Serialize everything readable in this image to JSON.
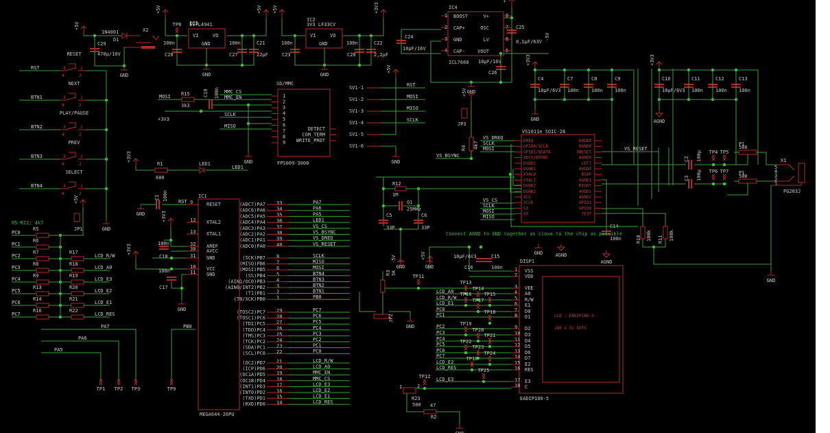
{
  "colors": {
    "background": "#000000",
    "wire": "#3ca03c",
    "part": "#b02c2c",
    "text": "#c8c8c8",
    "note": "#3cb43c",
    "junction": "#3cc83c"
  },
  "power": {
    "diode": {
      "name": "D1",
      "value": "1N4001"
    },
    "jack": {
      "name": "X2"
    },
    "c29": {
      "name": "C29",
      "value": "470µ/16V"
    },
    "ic3": {
      "name": "IC3",
      "value": "5V L4941",
      "pins": [
        "VI",
        "VO",
        "GND"
      ]
    },
    "ic2": {
      "name": "IC2",
      "value": "3V3 LF33CV",
      "pins": [
        "VI",
        "VO",
        "GND"
      ]
    },
    "tp8": "TP8",
    "caps": [
      {
        "name": "C20",
        "value": "100n"
      },
      {
        "name": "C27",
        "value": "100n"
      },
      {
        "name": "C21",
        "value": "22µF"
      },
      {
        "name": "C23",
        "value": "100n"
      },
      {
        "name": "C28",
        "value": "100n"
      },
      {
        "name": "C22",
        "value": "2,2µF"
      }
    ],
    "ic4": {
      "name": "IC4",
      "value": "ICL7660",
      "pins_left": [
        "BOOST",
        "CAP+",
        "GND",
        "CAP-"
      ],
      "pins_right": [
        "V+",
        "OSC",
        "LV",
        "VOUT"
      ],
      "nums_left": [
        "1",
        "2",
        "3",
        "4"
      ],
      "nums_right": [
        "8",
        "7",
        "6",
        "5"
      ]
    },
    "c24": {
      "name": "C24",
      "value": "10µF/16V"
    },
    "c25": {
      "name": "C25",
      "value": "0,1µF/63V"
    },
    "c26": {
      "name": "C26",
      "value": "10µF/16V"
    }
  },
  "supplies": {
    "p5v": "+5V",
    "p3v3": "+3V3",
    "m5v": "-5V",
    "gnd": "GND",
    "agnd": "AGND"
  },
  "decoupling": [
    {
      "name": "C4",
      "value": "10µF/6V3"
    },
    {
      "name": "C7",
      "value": "100n"
    },
    {
      "name": "C8",
      "value": "100n"
    },
    {
      "name": "C9",
      "value": "100n"
    },
    {
      "name": "C10",
      "value": "10µF/6V3"
    },
    {
      "name": "C11",
      "value": "100n"
    },
    {
      "name": "C12",
      "value": "100n"
    },
    {
      "name": "C13",
      "value": "100n"
    }
  ],
  "buttons": [
    {
      "label": "RESET",
      "net": "RST"
    },
    {
      "label": "NEXT",
      "net": "BTN1"
    },
    {
      "label": "PLAY/PAUSE",
      "net": "BTN2"
    },
    {
      "label": "PREV",
      "net": "BTN3"
    },
    {
      "label": "SELECT",
      "net": "BTN4"
    }
  ],
  "jp1": "JP1",
  "resistor_note": "R5-R22: 4k7",
  "pullups": [
    {
      "net": "PC0",
      "r": "R5"
    },
    {
      "net": "PC1",
      "r": "R6"
    },
    {
      "net": "PC2",
      "r": "R7",
      "r2": "R17",
      "lcd": "LCD_R/W"
    },
    {
      "net": "PC3",
      "r": "R8",
      "r2": "R18",
      "lcd": "LCD_A0"
    },
    {
      "net": "PC4",
      "r": "R9",
      "r2": "R19",
      "lcd": "LCD_E3"
    },
    {
      "net": "PC5",
      "r": "R13",
      "r2": "R20",
      "lcd": "LCD_E2"
    },
    {
      "net": "PC6",
      "r": "R14",
      "r2": "R21",
      "lcd": "LCD_E1"
    },
    {
      "net": "PC7",
      "r": "R16",
      "r2": "R22",
      "lcd": "LCD_RES"
    }
  ],
  "sd": {
    "name": "SD/MMC",
    "part": "FPS009-3000",
    "r15": {
      "name": "R15",
      "value": "3k3"
    },
    "c19": {
      "name": "C19",
      "value": "100n"
    },
    "nets": [
      "MMC_CS",
      "MMC_EN",
      "SCLK",
      "MISO",
      "MOSI"
    ],
    "pins": [
      "1",
      "2",
      "3",
      "4",
      "5",
      "6",
      "7",
      "8",
      "9"
    ],
    "right_pins": [
      "DETECT",
      "COM_TERM",
      "WRITE_PROT"
    ]
  },
  "led": {
    "r1": {
      "name": "R1",
      "value": "680"
    },
    "led": "LED1",
    "net": "LED1"
  },
  "sv1": {
    "pins": [
      "SV1-1",
      "SV1-2",
      "SV1-3",
      "SV1-4",
      "SV1-5",
      "SV1-6"
    ],
    "nets": [
      "RST",
      "MOSI",
      "MISO",
      "SCLK"
    ]
  },
  "jp3": "JP3",
  "r4": {
    "name": "R4",
    "value": "4k7"
  },
  "mcu": {
    "name": "IC1",
    "part": "MEGA644-20PU",
    "c1": {
      "name": "C1",
      "value": "100n"
    },
    "c18": {
      "name": "C18",
      "value": "100n"
    },
    "c17": {
      "name": "C17",
      "value": "100n"
    },
    "left_pins": [
      {
        "num": "9",
        "label": "RESET",
        "net": "RST"
      },
      {
        "num": "12",
        "label": "XTAL2"
      },
      {
        "num": "13",
        "label": "XTAL1"
      },
      {
        "num": "32",
        "label": "AREF"
      },
      {
        "num": "30",
        "label": "AVCC"
      },
      {
        "num": "31",
        "label": "GND"
      },
      {
        "num": "10",
        "label": "VCC"
      },
      {
        "num": "11",
        "label": "GND"
      }
    ],
    "right_pins": [
      {
        "num": "33",
        "label": "(ADC7)PA7",
        "net": "PA7"
      },
      {
        "num": "34",
        "label": "(ADC6)PA6",
        "net": "PA6"
      },
      {
        "num": "35",
        "label": "(ADC5)PA5",
        "net": "PA5"
      },
      {
        "num": "36",
        "label": "(ADC4)PA4",
        "net": "LED1"
      },
      {
        "num": "37",
        "label": "(ADC3)PA3",
        "net": "VS_CS"
      },
      {
        "num": "38",
        "label": "(ADC2)PA2",
        "net": "VS_BSYNC"
      },
      {
        "num": "39",
        "label": "(ADC1)PA1",
        "net": "VS_DREQ"
      },
      {
        "num": "40",
        "label": "(ADC0)PA0",
        "net": "VS_RESET"
      },
      {
        "num": "8",
        "label": "(SCK)PB7",
        "net": "SCLK"
      },
      {
        "num": "7",
        "label": "(MISO)PB6",
        "net": "MISO"
      },
      {
        "num": "6",
        "label": "(MOSI)PB5",
        "net": "MOSI"
      },
      {
        "num": "5",
        "label": "(SS)PB4",
        "net": "BTN4"
      },
      {
        "num": "4",
        "label": "(AIN1/OC0)PB3",
        "net": "BTN3"
      },
      {
        "num": "3",
        "label": "(AIN0/INT2)PB2",
        "net": "BTN2"
      },
      {
        "num": "2",
        "label": "(T1)PB1",
        "net": "BTN1"
      },
      {
        "num": "1",
        "label": "(T0/XCK)PB0",
        "net": "PB0"
      },
      {
        "num": "29",
        "label": "(TOSC2)PC7",
        "net": "PC7"
      },
      {
        "num": "28",
        "label": "(TOSC1)PC6",
        "net": "PC6"
      },
      {
        "num": "27",
        "label": "(TDI)PC5",
        "net": "PC5"
      },
      {
        "num": "26",
        "label": "(TDO)PC4",
        "net": "PC4"
      },
      {
        "num": "25",
        "label": "(TMS)PC3",
        "net": "PC3"
      },
      {
        "num": "24",
        "label": "(TCK)PC2",
        "net": "PC2"
      },
      {
        "num": "23",
        "label": "(SDA)PC1",
        "net": "PC1"
      },
      {
        "num": "22",
        "label": "(SCL)PC0",
        "net": "PC0"
      },
      {
        "num": "21",
        "label": "(OC2)PD7",
        "net": "LCD_R/W"
      },
      {
        "num": "20",
        "label": "(ICP)PD6",
        "net": "LCD_A0"
      },
      {
        "num": "19",
        "label": "(OC1A)PD5",
        "net": "MMC_EN"
      },
      {
        "num": "18",
        "label": "(OC1B)PD4",
        "net": "MMC_CS"
      },
      {
        "num": "17",
        "label": "(INT1)PD3",
        "net": "LCD_E3"
      },
      {
        "num": "16",
        "label": "(INT0)PD2",
        "net": "LCD_E2"
      },
      {
        "num": "15",
        "label": "(TXD)PD1",
        "net": "LCD_E1"
      },
      {
        "num": "14",
        "label": "(RXD)PD0",
        "net": "LCD_RES"
      }
    ]
  },
  "testpoints_bottom": [
    {
      "tp": "TP1",
      "net": "PA5"
    },
    {
      "tp": "TP2",
      "net": "PA6"
    },
    {
      "tp": "TP3",
      "net": "PA7"
    },
    {
      "tp": "TP9",
      "net": "PB0"
    }
  ],
  "vs1011": {
    "name": "VS1011e SOIC-28",
    "left": [
      "DREQ",
      "GPIO0/SCLK",
      "GPIO1/SDATA",
      "XDCS/BSYNC",
      "DVDD1",
      "DGND1",
      "XTALO",
      "XTALI",
      "DVDD2",
      "DGND2",
      "XCS",
      "SCLK",
      "SI",
      "SO"
    ],
    "right": [
      "DVDD0",
      "DGND0",
      "XRESET",
      "AGND0",
      "LEFT",
      "AVDD0",
      "RCAP",
      "AGND1",
      "RIGHT",
      "AVDD1",
      "AGND2",
      "GPIO1",
      "GPIO0",
      "TEST"
    ],
    "nets_top": [
      "VS_DREQ",
      "SCLK",
      "MOSI"
    ],
    "bsync": "VS_BSYNC",
    "nets_bottom": [
      "VS_CS",
      "SCLK",
      "MOSI",
      "MISO"
    ],
    "reset": "VS_RESET",
    "r12": {
      "name": "R12",
      "value": "1M"
    },
    "q1": {
      "name": "Q1",
      "value": "25MHz"
    },
    "c5": {
      "name": "C5",
      "value": "33P"
    },
    "c6": {
      "name": "C6",
      "value": "33P"
    },
    "c14": {
      "name": "C14",
      "value": "100n"
    }
  },
  "audio": {
    "c2": {
      "name": "C2",
      "value": "100µ"
    },
    "c3": {
      "name": "C3",
      "value": "100µ"
    },
    "tps": [
      "TP4",
      "TP5",
      "TP6",
      "TP7"
    ],
    "p1": {
      "name": "P1",
      "value": "500"
    },
    "x1": {
      "name": "X1",
      "value": "PG203J",
      "pins": [
        "5",
        "4",
        "3",
        "2",
        "1"
      ]
    },
    "pot_pins": [
      "1",
      "2",
      "3",
      "4",
      "5",
      "6"
    ],
    "r10": {
      "name": "R10",
      "value": "100k"
    },
    "r11": {
      "name": "R11",
      "value": "100k"
    }
  },
  "note": "Connect AGND to GND together as close to the chip as possible",
  "lcd": {
    "name": "DISP1",
    "part": "EADIP180-5",
    "inner1": "LCD : EADIP180-5",
    "inner2": "180 x 32 DOTS",
    "c16": {
      "name": "C16",
      "value": "10µF/6V3"
    },
    "c15": {
      "name": "C15",
      "value": "100n"
    },
    "r3": {
      "name": "R3",
      "value": "5K"
    },
    "jp2": "JP2",
    "tp11": "TP11",
    "tp12": "TP12",
    "r23": {
      "name": "R23",
      "value": "500"
    },
    "r2": {
      "name": "R2",
      "value": "47"
    },
    "pins": [
      {
        "num": "1",
        "label": "VSS"
      },
      {
        "num": "2",
        "label": "VDD"
      },
      {
        "num": "3",
        "label": "VEE"
      },
      {
        "num": "4",
        "label": "A0",
        "net": "LCD_A0",
        "tp": "TP13"
      },
      {
        "num": "5",
        "label": "R/W",
        "net": "LCD_R/W",
        "tp": "TP14"
      },
      {
        "num": "6",
        "label": "E1",
        "net": "LCD_E1",
        "tp": "TP15"
      },
      {
        "num": "7",
        "label": "D0",
        "net": "PC0",
        "tp": "TP16"
      },
      {
        "num": "8",
        "label": "D1",
        "net": "PC1",
        "tp": "TP17"
      },
      {
        "num": "9",
        "label": "D2",
        "net": "PC2",
        "tp": "TP18"
      },
      {
        "num": "10",
        "label": "D3",
        "net": "PC3",
        "tp": "TP19"
      },
      {
        "num": "11",
        "label": "D4",
        "net": "PC4",
        "tp": "TP20"
      },
      {
        "num": "12",
        "label": "D5",
        "net": "PC5",
        "tp": "TP21"
      },
      {
        "num": "13",
        "label": "D6",
        "net": "PC6",
        "tp": "TP22"
      },
      {
        "num": "14",
        "label": "D7",
        "net": "PC7",
        "tp": "TP23"
      },
      {
        "num": "15",
        "label": "E2",
        "net": "LCD_E2",
        "tp": "TP24"
      },
      {
        "num": "16",
        "label": "RES",
        "net": "LCD_RES",
        "tp": "TP10"
      },
      {
        "num": "17",
        "label": "E3",
        "net": "LCD_E3",
        "tp": "TP25"
      },
      {
        "num": "18",
        "label": "C"
      }
    ]
  }
}
